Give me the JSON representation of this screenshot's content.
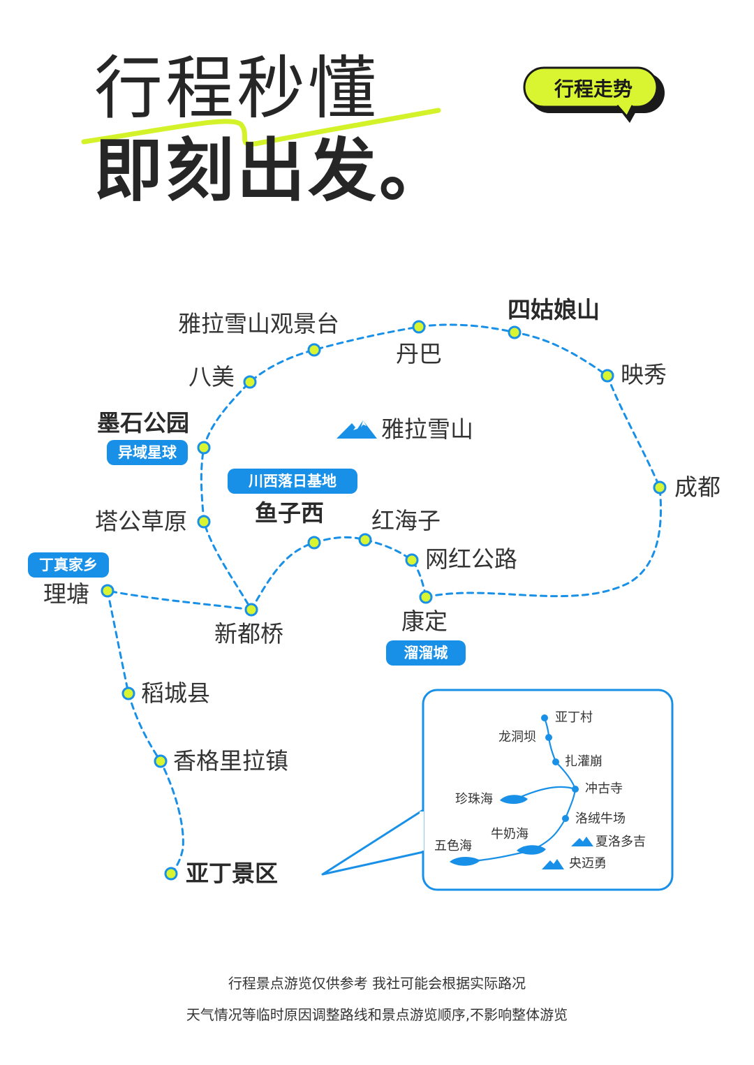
{
  "header": {
    "title_line1": "行程秒懂",
    "title_line2": "即刻出发。",
    "badge": "行程走势"
  },
  "map": {
    "stops": {
      "chengdu": "成都",
      "yingxiu": "映秀",
      "siguniang": "四姑娘山",
      "danba": "丹巴",
      "yala_viewpoint": "雅拉雪山观景台",
      "bamei": "八美",
      "moshi": "墨石公园",
      "tagong": "塔公草原",
      "xinduqiao": "新都桥",
      "litang": "理塘",
      "daocheng": "稻城县",
      "shangrila_town": "香格里拉镇",
      "yading": "亚丁景区",
      "yuzixi": "鱼子西",
      "honghaizi": "红海子",
      "wanghong_road": "网红公路",
      "kangding": "康定"
    },
    "mountain": "雅拉雪山",
    "tags": {
      "moshi": "异域星球",
      "yuzixi": "川西落日基地",
      "litang": "丁真家乡",
      "kangding": "溜溜城"
    },
    "inset": {
      "yading_village": "亚丁村",
      "longtongba": "龙洞坝",
      "zhaguanbeng": "扎灌崩",
      "chonggu_temple": "冲古寺",
      "zhenzhu_lake": "珍珠海",
      "luorong_pasture": "洛绒牛场",
      "xialuoduoji": "夏洛多吉",
      "niunai_lake": "牛奶海",
      "wuse_lake": "五色海",
      "yangmaiyong": "央迈勇"
    }
  },
  "footer": {
    "line1": "行程景点游览仅供参考 我社可能会根据实际路况",
    "line2": "天气情况等临时原因调整路线和景点游览顺序,不影响整体游览"
  },
  "colors": {
    "route": "#1890e8",
    "stop_fill": "#d9f531",
    "accent": "#d4f229",
    "text": "#333333"
  }
}
